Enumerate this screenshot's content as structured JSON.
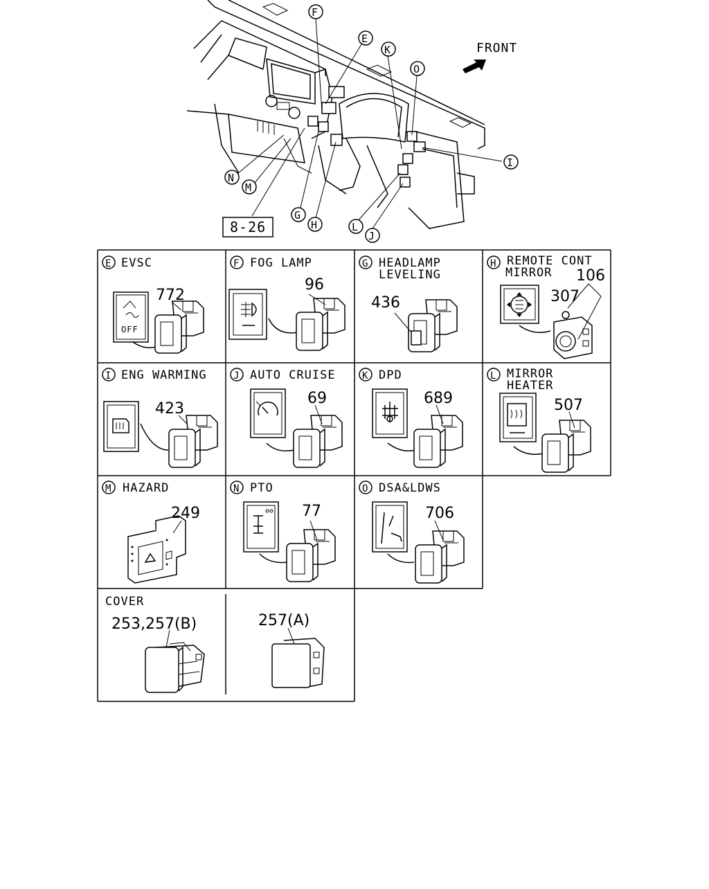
{
  "overview": {
    "front_label": "FRONT",
    "ref_box": "8-26",
    "callouts": [
      "F",
      "E",
      "K",
      "O",
      "I",
      "N",
      "M",
      "G",
      "H",
      "L",
      "J"
    ]
  },
  "cells": [
    {
      "letter": "E",
      "title": "EVSC",
      "part": "772",
      "icon_text": "OFF"
    },
    {
      "letter": "F",
      "title": "FOG LAMP",
      "part": "96"
    },
    {
      "letter": "G",
      "title": "HEADLAMP",
      "title2": "LEVELING",
      "part": "436"
    },
    {
      "letter": "H",
      "title": "REMOTE CONT",
      "title2": "MIRROR",
      "part": "106",
      "part2": "307"
    },
    {
      "letter": "I",
      "title": "ENG WARMING",
      "part": "423"
    },
    {
      "letter": "J",
      "title": "AUTO CRUISE",
      "part": "69"
    },
    {
      "letter": "K",
      "title": "DPD",
      "part": "689"
    },
    {
      "letter": "L",
      "title": "MIRROR",
      "title2": "HEATER",
      "part": "507"
    },
    {
      "letter": "M",
      "title": "HAZARD",
      "part": "249"
    },
    {
      "letter": "N",
      "title": "PTO",
      "part": "77"
    },
    {
      "letter": "O",
      "title": "DSA&LDWS",
      "part": "706"
    }
  ],
  "cover": {
    "title": "COVER",
    "part_b": "253,257(B)",
    "part_a": "257(A)"
  }
}
